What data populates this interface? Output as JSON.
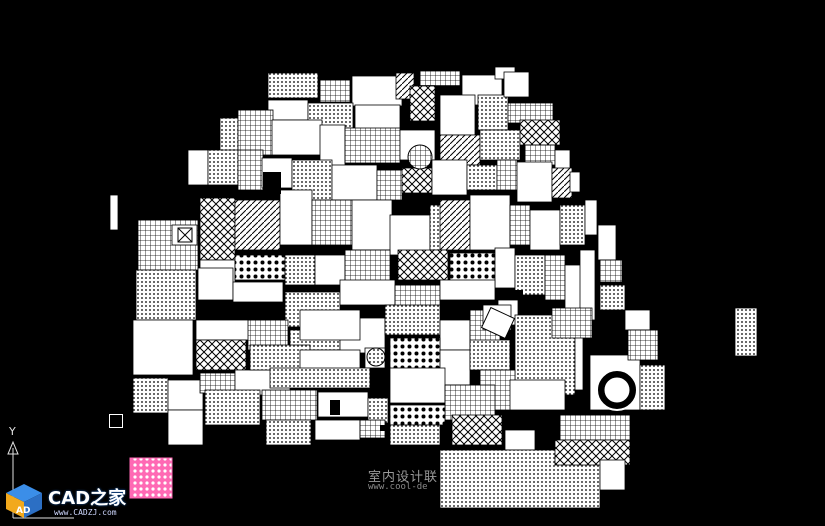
{
  "app": {
    "name": "AutoCAD model space"
  },
  "canvas": {
    "background": "#000000",
    "drawing_color": "#ffffff",
    "highlight_color": "#ff69b4",
    "content": "Decorative pattern and screen CAD block library"
  },
  "ucs": {
    "y_label": "Y"
  },
  "watermark": {
    "cn_text": "室内设计联",
    "url_text": "www.cool-de"
  },
  "logo": {
    "text": "CAD之家",
    "url": "www.CADZJ.com",
    "icon": "cube-logo-icon"
  }
}
